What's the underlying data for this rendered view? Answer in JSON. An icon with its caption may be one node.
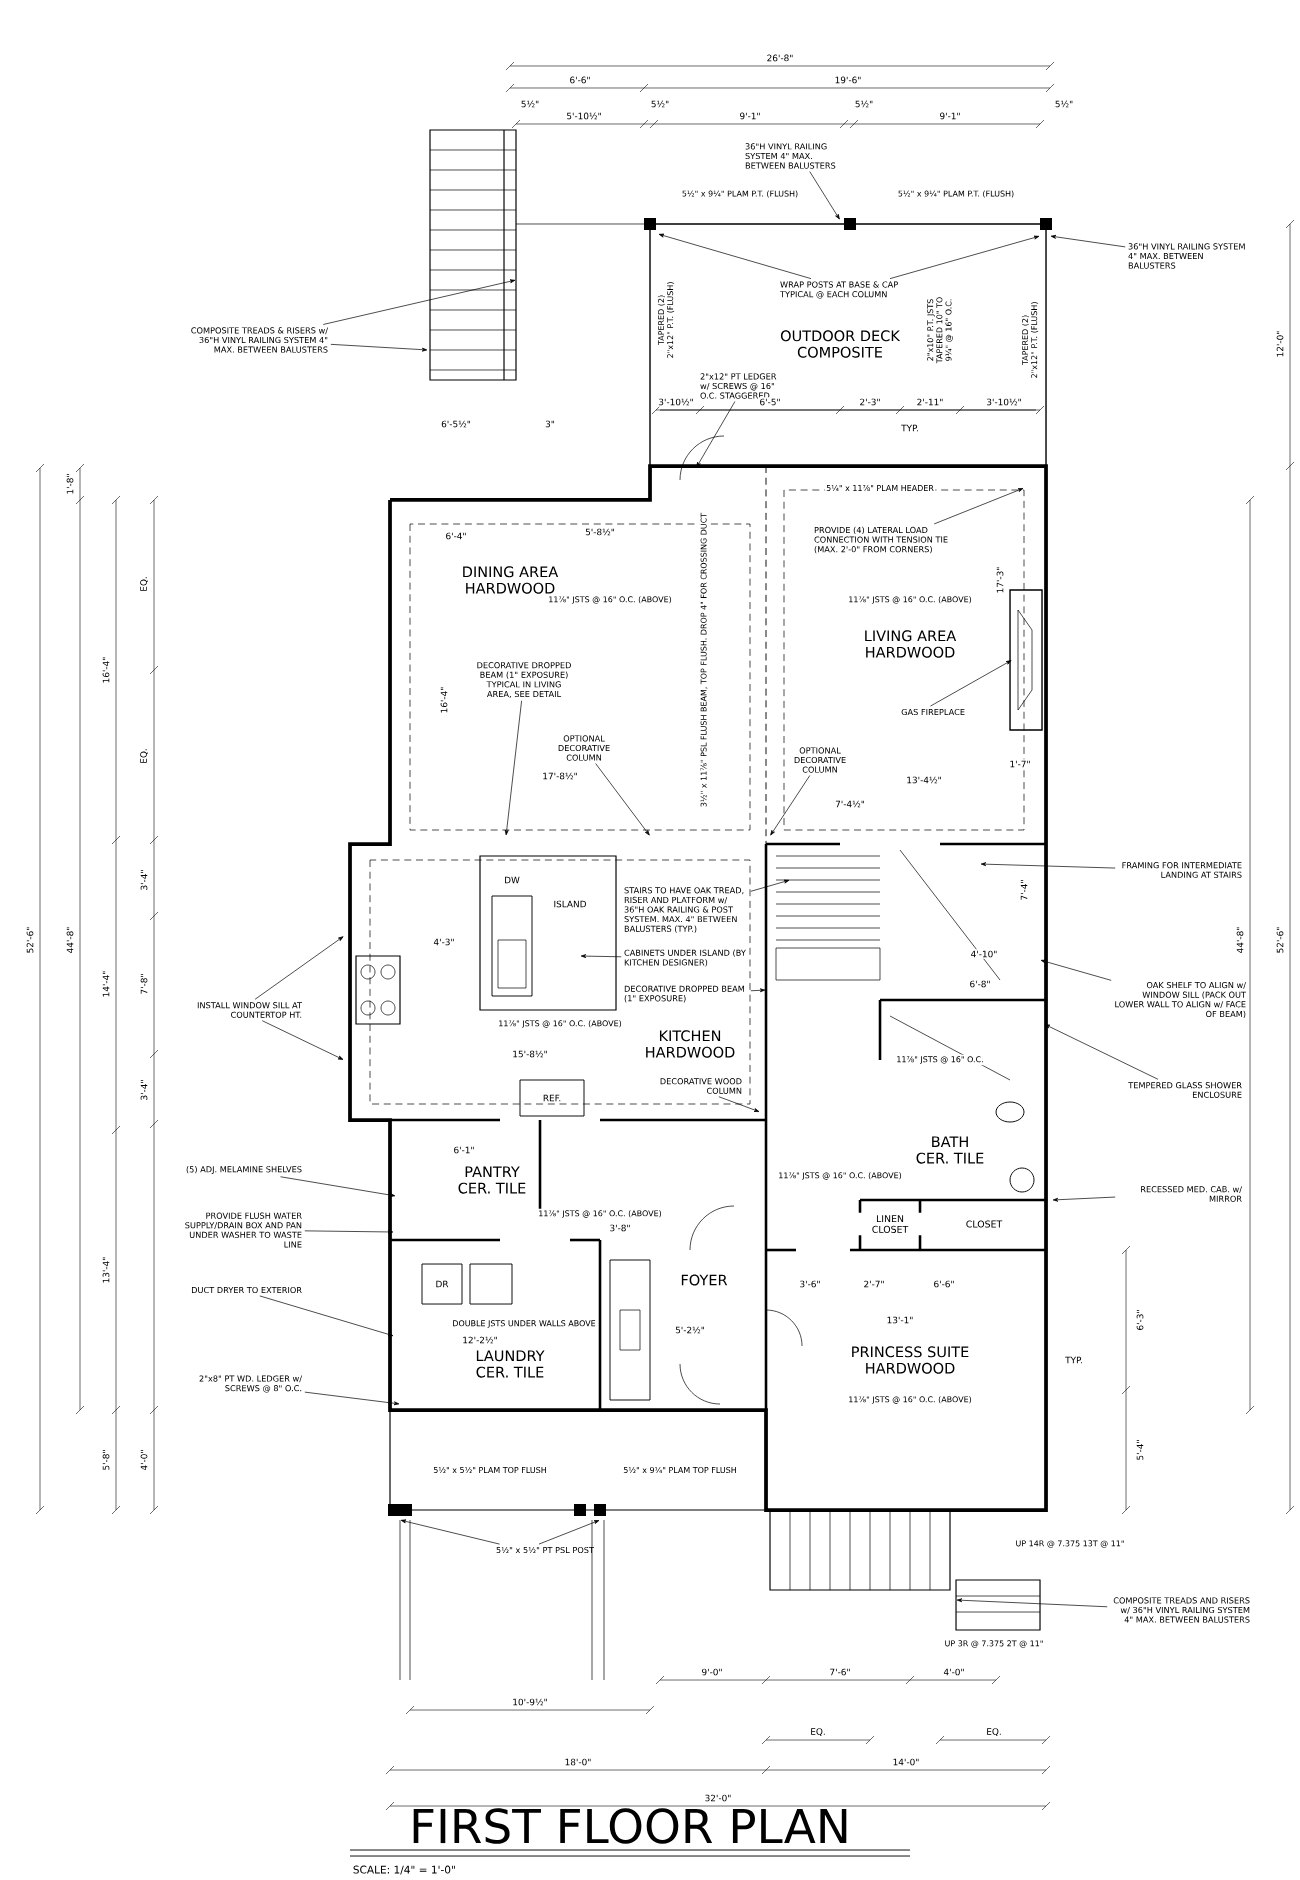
{
  "diagram": {
    "title": "FIRST FLOOR PLAN",
    "caption": "SCALE: 1/4\" = 1'-0\"",
    "nodes": [
      {
        "text": [
          "OUTDOOR DECK",
          "COMPOSITE"
        ]
      },
      {
        "text": [
          "DINING AREA",
          "HARDWOOD"
        ]
      },
      {
        "text": [
          "LIVING AREA",
          "HARDWOOD"
        ]
      },
      {
        "text": [
          "KITCHEN",
          "HARDWOOD"
        ]
      },
      {
        "text": [
          "PANTRY",
          "CER. TILE"
        ]
      },
      {
        "text": [
          "FOYER"
        ]
      },
      {
        "text": [
          "LAUNDRY",
          "CER. TILE"
        ]
      },
      {
        "text": [
          "BATH",
          "CER. TILE"
        ]
      },
      {
        "text": [
          "LINEN CLOSET"
        ]
      },
      {
        "text": [
          "CLOSET"
        ]
      },
      {
        "text": [
          "PRINCESS SUITE",
          "HARDWOOD"
        ]
      },
      {
        "text": [
          "COMPOSITE TREADS & RISERS w/ 36\"H VINYL RAILING SYSTEM 4\" MAX. BETWEEN BALUSTERS"
        ]
      },
      {
        "text": [
          "36\"H VINYL RAILING SYSTEM 4\" MAX. BETWEEN BALUSTERS"
        ]
      },
      {
        "text": [
          "36\"H VINYL RAILING SYSTEM 4\" MAX. BETWEEN BALUSTERS"
        ]
      },
      {
        "text": [
          "WRAP POSTS AT BASE & CAP TYPICAL @ EACH COLUMN"
        ]
      },
      {
        "text": [
          "2\"x12\" PT LEDGER w/ SCREWS @ 16\" O.C. STAGGERED"
        ]
      },
      {
        "text": [
          "PROVIDE (4) LATERAL LOAD CONNECTION WITH TENSION TIE (MAX. 2'-0\" FROM CORNERS)"
        ]
      },
      {
        "text": [
          "DECORATIVE DROPPED BEAM (1\" EXPOSURE) TYPICAL IN LIVING AREA, SEE DETAIL"
        ]
      },
      {
        "text": [
          "OPTIONAL DECORATIVE COLUMN"
        ]
      },
      {
        "text": [
          "OPTIONAL DECORATIVE COLUMN"
        ]
      },
      {
        "text": [
          "GAS FIREPLACE"
        ]
      },
      {
        "text": [
          "STAIRS TO HAVE OAK TREAD, RISER AND PLATFORM w/ 36\"H OAK RAILING & POST SYSTEM. MAX. 4\" BETWEEN BALUSTERS (TYP.)"
        ]
      },
      {
        "text": [
          "CABINETS UNDER ISLAND (BY KITCHEN DESIGNER)"
        ]
      },
      {
        "text": [
          "DECORATIVE DROPPED BEAM (1\" EXPOSURE)"
        ]
      },
      {
        "text": [
          "DECORATIVE WOOD COLUMN"
        ]
      },
      {
        "text": [
          "INSTALL WINDOW SILL AT COUNTERTOP HT."
        ]
      },
      {
        "text": [
          "FRAMING FOR INTERMEDIATE LANDING AT STAIRS"
        ]
      },
      {
        "text": [
          "OAK SHELF TO ALIGN w/ WINDOW SILL (PACK OUT LOWER WALL TO ALIGN w/ FACE OF BEAM)"
        ]
      },
      {
        "text": [
          "TEMPERED GLASS SHOWER ENCLOSURE"
        ]
      },
      {
        "text": [
          "RECESSED MED. CAB. w/ MIRROR"
        ]
      },
      {
        "text": [
          "(5) ADJ. MELAMINE SHELVES"
        ]
      },
      {
        "text": [
          "PROVIDE FLUSH WATER SUPPLY/DRAIN BOX AND PAN UNDER WASHER TO WASTE LINE"
        ]
      },
      {
        "text": [
          "DUCT DRYER TO EXTERIOR"
        ]
      },
      {
        "text": [
          "2\"x8\" PT WD. LEDGER w/ SCREWS @ 8\" O.C."
        ]
      },
      {
        "text": [
          "5½\" x 5½\" PT PSL POST"
        ]
      },
      {
        "text": [
          "COMPOSITE TREADS AND RISERS w/ 36\"H VINYL RAILING SYSTEM 4\" MAX. BETWEEN BALUSTERS"
        ]
      }
    ],
    "edges": [
      {
        "from": 11,
        "to": null,
        "arrow": "to"
      },
      {
        "from": 11,
        "to": null,
        "arrow": "to"
      },
      {
        "from": 12,
        "to": null,
        "arrow": "to"
      },
      {
        "from": 13,
        "to": null,
        "arrow": "to"
      },
      {
        "from": 14,
        "to": null,
        "arrow": "to"
      },
      {
        "from": 14,
        "to": null,
        "arrow": "to"
      },
      {
        "from": 15,
        "to": null,
        "arrow": "to"
      },
      {
        "from": 16,
        "to": null,
        "arrow": "to"
      },
      {
        "from": 17,
        "to": null,
        "arrow": "to"
      },
      {
        "from": 18,
        "to": null,
        "arrow": "to"
      },
      {
        "from": 19,
        "to": null,
        "arrow": "to"
      },
      {
        "from": 20,
        "to": null,
        "arrow": "to"
      },
      {
        "from": 22,
        "to": null,
        "arrow": "to"
      },
      {
        "from": 23,
        "to": null,
        "arrow": "to"
      },
      {
        "from": 24,
        "to": null,
        "arrow": "to"
      },
      {
        "from": 25,
        "to": null,
        "arrow": "to"
      },
      {
        "from": 25,
        "to": null,
        "arrow": "to"
      },
      {
        "from": 26,
        "to": null,
        "arrow": "to"
      },
      {
        "from": 27,
        "to": null,
        "arrow": "to"
      },
      {
        "from": 28,
        "to": null,
        "arrow": "to"
      },
      {
        "from": 29,
        "to": null,
        "arrow": "to"
      },
      {
        "from": 30,
        "to": null,
        "arrow": "to"
      },
      {
        "from": 31,
        "to": null,
        "arrow": "to"
      },
      {
        "from": 32,
        "to": null,
        "arrow": "to"
      },
      {
        "from": 33,
        "to": null,
        "arrow": "to"
      },
      {
        "from": 34,
        "to": null,
        "arrow": "to"
      },
      {
        "from": 35,
        "to": null,
        "arrow": "to"
      },
      {
        "from": 34,
        "to": null,
        "arrow": "to"
      },
      {
        "from": 21,
        "to": null,
        "arrow": "to"
      }
    ],
    "labels": [
      "26'-8\"",
      "6'-6\"",
      "19'-6\"",
      "5½\"",
      "5½\"",
      "5½\"",
      "5½\"",
      "5'-10½\"",
      "9'-1\"",
      "9'-1\"",
      "5½\" x 9¼\" PLAM P.T. (FLUSH)",
      "5½\" x 9¼\" PLAM P.T. (FLUSH)",
      "TAPERED (2) 2\"x12\" P.T. (FLUSH)",
      "2\"x10\" P.T. JSTS TAPERED 10\" TO 9¼\" @ 16\" O.C.",
      "TAPERED (2) 2\"x12\" P.T. (FLUSH)",
      "3'-10½\"",
      "6'-5\"",
      "2'-3\"",
      "2'-11\"",
      "3'-10½\"",
      "TYP.",
      "6'-5½\"",
      "3\"",
      "6'-4\"",
      "5'-8½\"",
      "11⅞\" JSTS @ 16\" O.C. (ABOVE)",
      "11⅞\" JSTS @ 16\" O.C. (ABOVE)",
      "5¼\" x 11⅞\" PLAM HEADER",
      "16'-4\"",
      "17'-8½\"",
      "3½\" x 11⅞\" PSL FLUSH BEAM, TOP FLUSH. DROP 4\" FOR CROSSING DUCT",
      "17'-3\"",
      "13'-4½\"",
      "7'-4½\"",
      "1'-7\"",
      "ISLAND",
      "DW",
      "11⅞\" JSTS @ 16\" O.C. (ABOVE)",
      "15'-8½\"",
      "4'-3\"",
      "REF.",
      "4'-10\"",
      "7'-4\"",
      "6'-8\"",
      "11⅞\" JSTS @ 16\" O.C.",
      "11⅞\" JSTS @ 16\" O.C. (ABOVE)",
      "6'-1\"",
      "DR",
      "DOUBLE JSTS UNDER WALLS ABOVE",
      "12'-2½\"",
      "5'-2½\"",
      "3'-8\"",
      "11⅞\" JSTS @ 16\" O.C. (ABOVE)",
      "3'-6\"",
      "2'-7\"",
      "6'-6\"",
      "13'-1\"",
      "11⅞\" JSTS @ 16\" O.C. (ABOVE)",
      "6'-3\"",
      "5'-4\"",
      "TYP.",
      "5½\" x 5½\" PLAM TOP FLUSH",
      "5½\" x 9¼\" PLAM TOP FLUSH",
      "UP 14R @ 7.375 13T @ 11\"",
      "UP 3R @ 7.375 2T @ 11\"",
      "9'-0\"",
      "7'-6\"",
      "4'-0\"",
      "10'-9½\"",
      "EQ.",
      "EQ.",
      "18'-0\"",
      "14'-0\"",
      "32'-0\"",
      "52'-6\"",
      "44'-8\"",
      "1'-8\"",
      "16'-4\"",
      "14'-4\"",
      "13'-4\"",
      "5'-8\"",
      "EQ.",
      "EQ.",
      "3'-4\"",
      "7'-8\"",
      "3'-4\"",
      "4'-0\"",
      "12'-0\"",
      "44'-8\"",
      "52'-6\""
    ]
  }
}
